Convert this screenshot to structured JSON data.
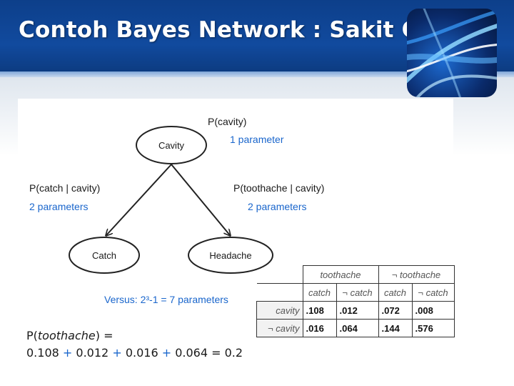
{
  "slide": {
    "title": "Contoh Bayes Network : Sakit Gigi"
  },
  "diagram": {
    "nodes": {
      "cavity": "Cavity",
      "catch": "Catch",
      "headache": "Headache"
    },
    "labels": {
      "p_cavity": "P(cavity)",
      "p_cavity_params": "1 parameter",
      "p_catch": "P(catch | cavity)",
      "p_catch_params": "2 parameters",
      "p_toothache": "P(toothache | cavity)",
      "p_toothache_params": "2 parameters",
      "versus": "Versus: 2³-1 = 7 parameters"
    }
  },
  "formula": {
    "line1_prefix": "P(",
    "line1_var": "toothache",
    "line1_suffix": ") =",
    "terms": [
      "0.108",
      "0.012",
      "0.016",
      "0.064"
    ],
    "op": "+",
    "eq": "=",
    "result": "0.2"
  },
  "table": {
    "group_headers": [
      "toothache",
      "¬ toothache"
    ],
    "sub_headers": [
      "catch",
      "¬ catch",
      "catch",
      "¬ catch"
    ],
    "rows": [
      {
        "label": "cavity",
        "values": [
          ".108",
          ".012",
          ".072",
          ".008"
        ]
      },
      {
        "label": "¬ cavity",
        "values": [
          ".016",
          ".064",
          ".144",
          ".576"
        ]
      }
    ]
  },
  "colors": {
    "header_blue": "#114a9e",
    "label_blue": "#1a66cc"
  }
}
